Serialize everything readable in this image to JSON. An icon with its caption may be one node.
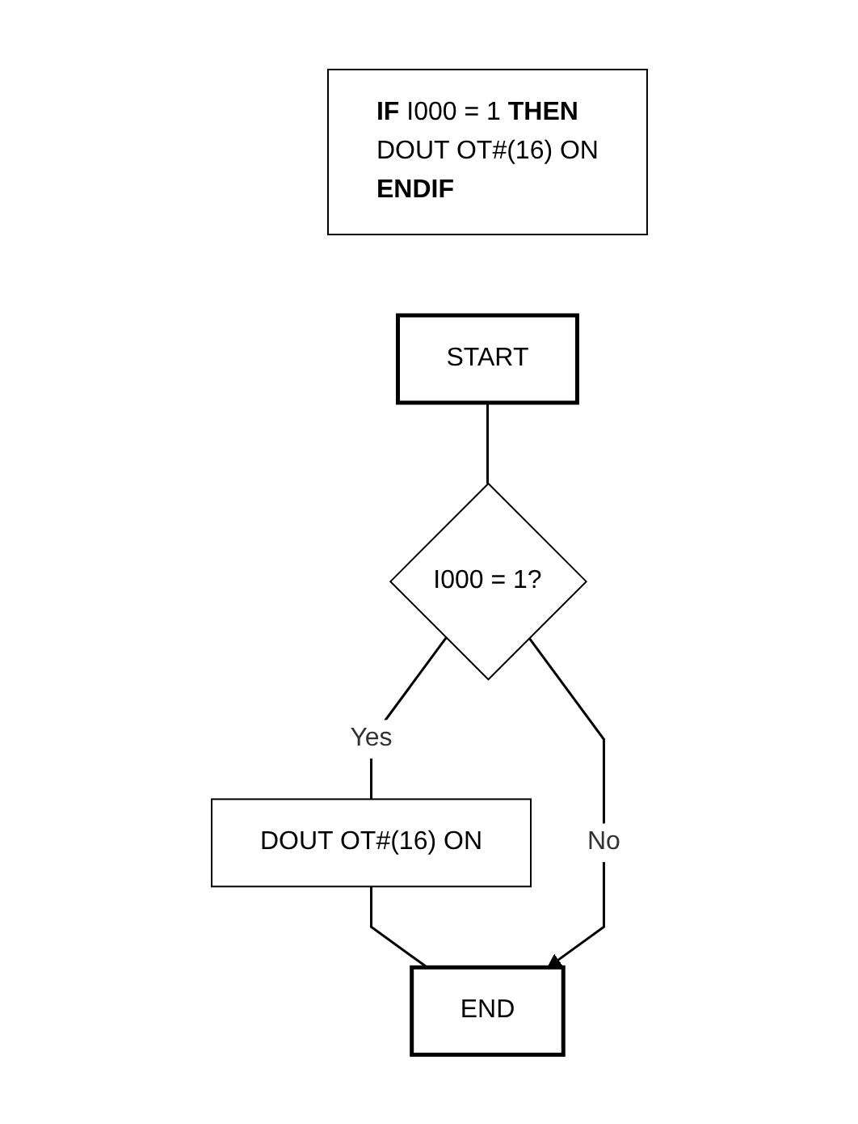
{
  "diagram": {
    "nodes": [
      {
        "text": [
          "**IF** I000 = 1 **THEN**",
          "DOUT OT#(16) ON",
          "**ENDIF**"
        ]
      },
      {
        "text": [
          "START"
        ]
      },
      {
        "text": [
          "I000 = 1?"
        ]
      },
      {
        "text": [
          "DOUT OT#(16) ON"
        ]
      },
      {
        "text": [
          "END"
        ]
      }
    ],
    "edges": [
      {
        "from": 1,
        "to": 2,
        "arrow": "none"
      },
      {
        "from": 2,
        "to": 3,
        "arrow": "none",
        "label": "Yes"
      },
      {
        "from": 3,
        "to": 4,
        "arrow": "none"
      },
      {
        "from": 2,
        "to": 4,
        "arrow": "to",
        "label": "No"
      }
    ]
  }
}
